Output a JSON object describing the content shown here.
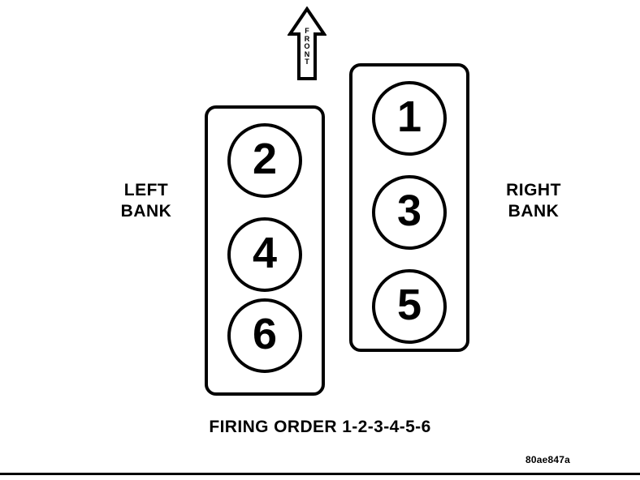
{
  "diagram": {
    "front_arrow": {
      "label_chars": [
        "F",
        "R",
        "O",
        "N",
        "T"
      ],
      "label_text": "FRONT",
      "direction": "up"
    },
    "left_bank": {
      "label": "LEFT\nBANK",
      "cylinders": [
        "2",
        "4",
        "6"
      ]
    },
    "right_bank": {
      "label": "RIGHT\nBANK",
      "cylinders": [
        "1",
        "3",
        "5"
      ]
    },
    "cylinders": {
      "c1": "1",
      "c2": "2",
      "c3": "3",
      "c4": "4",
      "c5": "5",
      "c6": "6"
    },
    "firing_order": "FIRING ORDER 1-2-3-4-5-6",
    "figure_code": "80ae847a",
    "colors": {
      "stroke": "#000000",
      "background": "#ffffff"
    }
  }
}
